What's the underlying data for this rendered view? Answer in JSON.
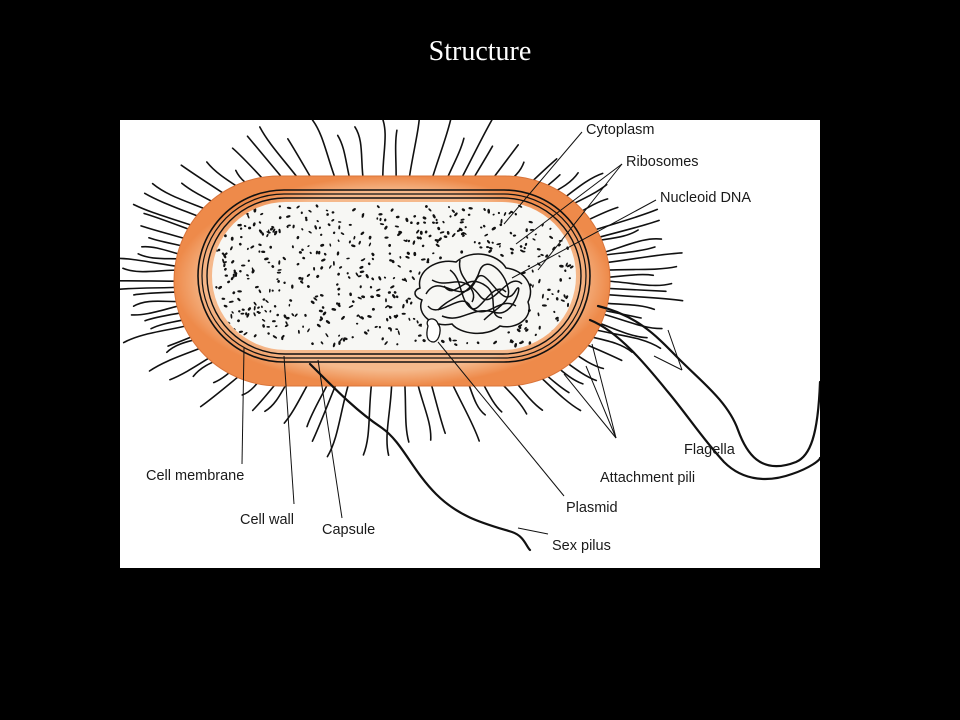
{
  "slide": {
    "title": "Structure"
  },
  "diagram": {
    "colors": {
      "background": "#000000",
      "panel": "#ffffff",
      "capsule": "#f29a5c",
      "ink": "#111111"
    },
    "labels": {
      "cytoplasm": "Cytoplasm",
      "ribosomes": "Ribosomes",
      "nucleoid_dna": "Nucleoid DNA",
      "flagella": "Flagella",
      "attachment_pili": "Attachment pili",
      "plasmid": "Plasmid",
      "sex_pilus": "Sex pilus",
      "capsule": "Capsule",
      "cell_wall": "Cell wall",
      "cell_membrane": "Cell membrane"
    }
  }
}
